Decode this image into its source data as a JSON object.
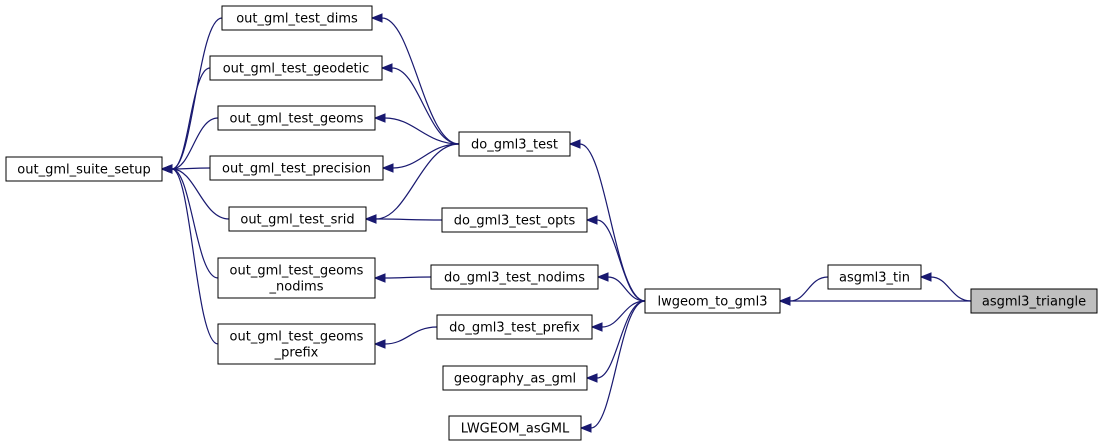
{
  "nodes": [
    {
      "id": "dims",
      "lines": [
        "out_gml_test_dims"
      ]
    },
    {
      "id": "geodetic",
      "lines": [
        "out_gml_test_geodetic"
      ]
    },
    {
      "id": "geoms",
      "lines": [
        "out_gml_test_geoms"
      ]
    },
    {
      "id": "precision",
      "lines": [
        "out_gml_test_precision"
      ]
    },
    {
      "id": "srid",
      "lines": [
        "out_gml_test_srid"
      ]
    },
    {
      "id": "nodims",
      "lines": [
        "out_gml_test_geoms",
        "_nodims"
      ]
    },
    {
      "id": "prefix",
      "lines": [
        "out_gml_test_geoms",
        "_prefix"
      ]
    },
    {
      "id": "suite",
      "lines": [
        "out_gml_suite_setup"
      ]
    },
    {
      "id": "test",
      "lines": [
        "do_gml3_test"
      ]
    },
    {
      "id": "opts",
      "lines": [
        "do_gml3_test_opts"
      ]
    },
    {
      "id": "tnodims",
      "lines": [
        "do_gml3_test_nodims"
      ]
    },
    {
      "id": "tprefix",
      "lines": [
        "do_gml3_test_prefix"
      ]
    },
    {
      "id": "geogml",
      "lines": [
        "geography_as_gml"
      ]
    },
    {
      "id": "lwasgml",
      "lines": [
        "LWGEOM_asGML"
      ]
    },
    {
      "id": "togml3",
      "lines": [
        "lwgeom_to_gml3"
      ]
    },
    {
      "id": "tin",
      "lines": [
        "asgml3_tin"
      ]
    },
    {
      "id": "triangle",
      "lines": [
        "asgml3_triangle"
      ],
      "highlight": true
    }
  ],
  "edges": [
    {
      "from": "triangle",
      "to": "tin"
    },
    {
      "from": "triangle",
      "to": "togml3"
    },
    {
      "from": "tin",
      "to": "togml3"
    },
    {
      "from": "togml3",
      "to": "test"
    },
    {
      "from": "togml3",
      "to": "opts"
    },
    {
      "from": "togml3",
      "to": "tnodims"
    },
    {
      "from": "togml3",
      "to": "tprefix"
    },
    {
      "from": "togml3",
      "to": "geogml"
    },
    {
      "from": "togml3",
      "to": "lwasgml"
    },
    {
      "from": "test",
      "to": "dims"
    },
    {
      "from": "test",
      "to": "geodetic"
    },
    {
      "from": "test",
      "to": "geoms"
    },
    {
      "from": "test",
      "to": "precision"
    },
    {
      "from": "test",
      "to": "srid"
    },
    {
      "from": "opts",
      "to": "srid"
    },
    {
      "from": "tnodims",
      "to": "nodims"
    },
    {
      "from": "tprefix",
      "to": "prefix"
    },
    {
      "from": "dims",
      "to": "suite"
    },
    {
      "from": "geodetic",
      "to": "suite"
    },
    {
      "from": "geoms",
      "to": "suite"
    },
    {
      "from": "precision",
      "to": "suite"
    },
    {
      "from": "srid",
      "to": "suite"
    },
    {
      "from": "nodims",
      "to": "suite"
    },
    {
      "from": "prefix",
      "to": "suite"
    }
  ]
}
